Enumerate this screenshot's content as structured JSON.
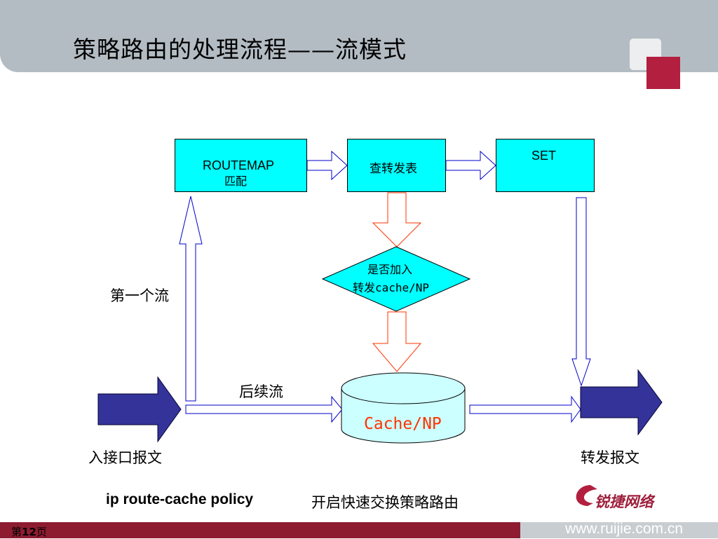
{
  "title": "策略路由的处理流程——流模式",
  "nodes": {
    "routemap_line1": "ROUTEMAP",
    "routemap_line2": "匹配",
    "lookup": "查转发表",
    "set": "SET",
    "decision_line1": "是否加入",
    "decision_line2": "转发cache/NP",
    "cache": "Cache/NP"
  },
  "labels": {
    "first_flow": "第一个流",
    "subsequent_flow": "后续流",
    "ingress": "入接口报文",
    "egress": "转发报文"
  },
  "command": {
    "cli": "ip route-cache policy",
    "description": "开启快速交换策略路由"
  },
  "footer": {
    "page_prefix": "第",
    "page_number": "12",
    "page_suffix": "页",
    "website": "www.ruijie.com.cn",
    "logo_text": "锐捷网络"
  },
  "colors": {
    "header": "#b4bcc3",
    "box_fill": "#00ffff",
    "blue_arrow_outline": "#0000cc",
    "red_arrow_outline": "#ff3300",
    "navy_arrow_fill": "#333399",
    "cache_text": "#ff3300",
    "footer_dark": "#8e1c31",
    "brand_red": "#b21f3f"
  }
}
